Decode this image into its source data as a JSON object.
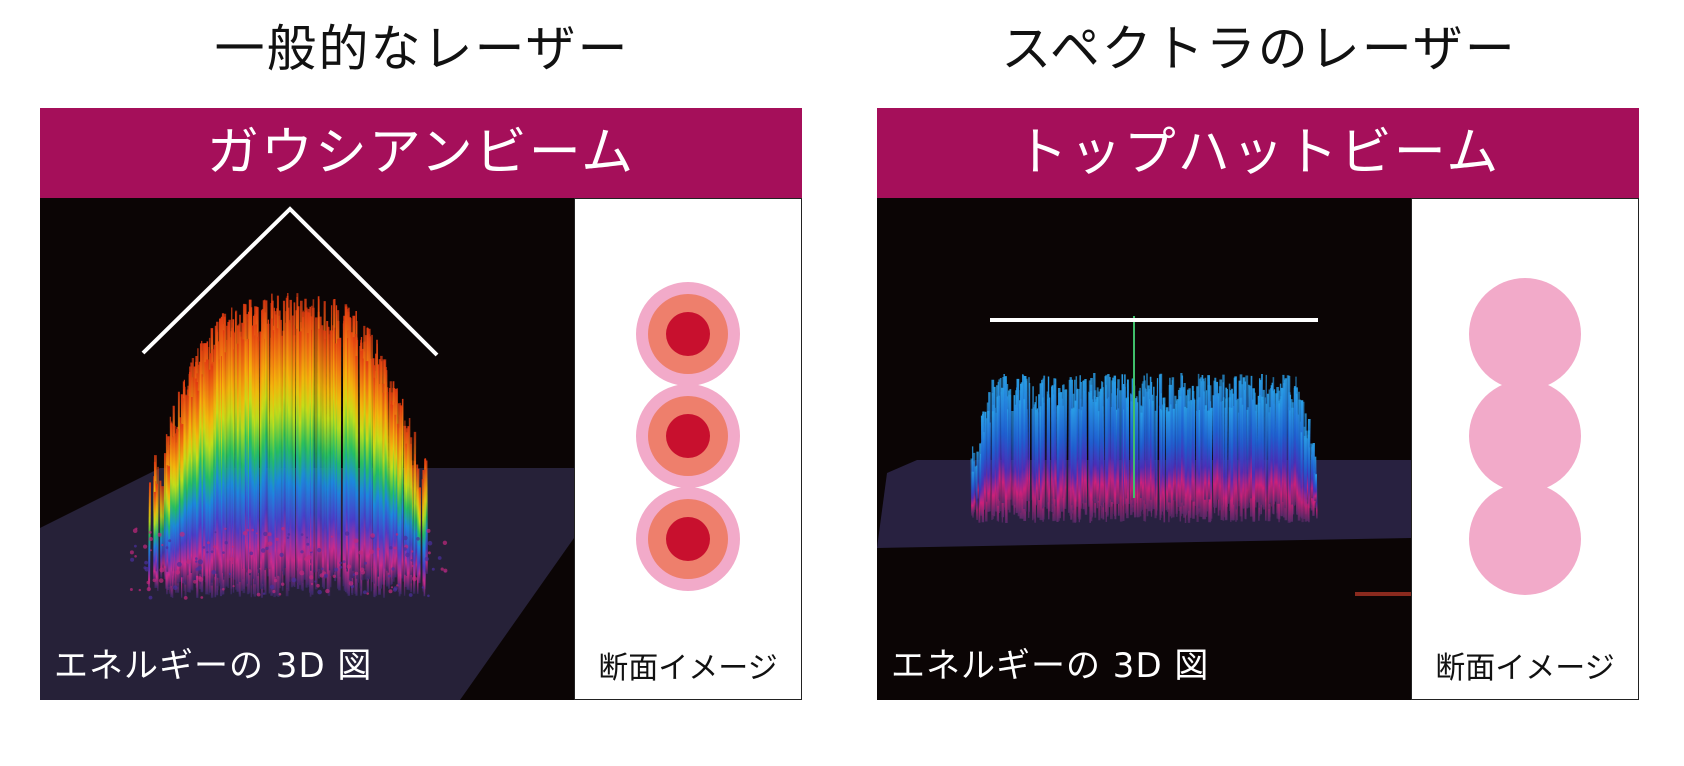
{
  "panels": [
    {
      "caption": "一般的なレーザー",
      "beam_name": "ガウシアンビーム",
      "viz_label": "エネルギーの 3D 図",
      "cross_label": "断面イメージ",
      "profile": "gaussian",
      "ring_colors": [
        "#f2aac9",
        "#ee7f6c",
        "#c8102e"
      ]
    },
    {
      "caption": "スペクトラのレーザー",
      "beam_name": "トップハットビーム",
      "viz_label": "エネルギーの 3D 図",
      "cross_label": "断面イメージ",
      "profile": "top-hat",
      "ring_colors": [
        "#f2aac9"
      ]
    }
  ],
  "colors": {
    "header_bg": "#a50f5a",
    "viz_bg": "#0b0505"
  }
}
